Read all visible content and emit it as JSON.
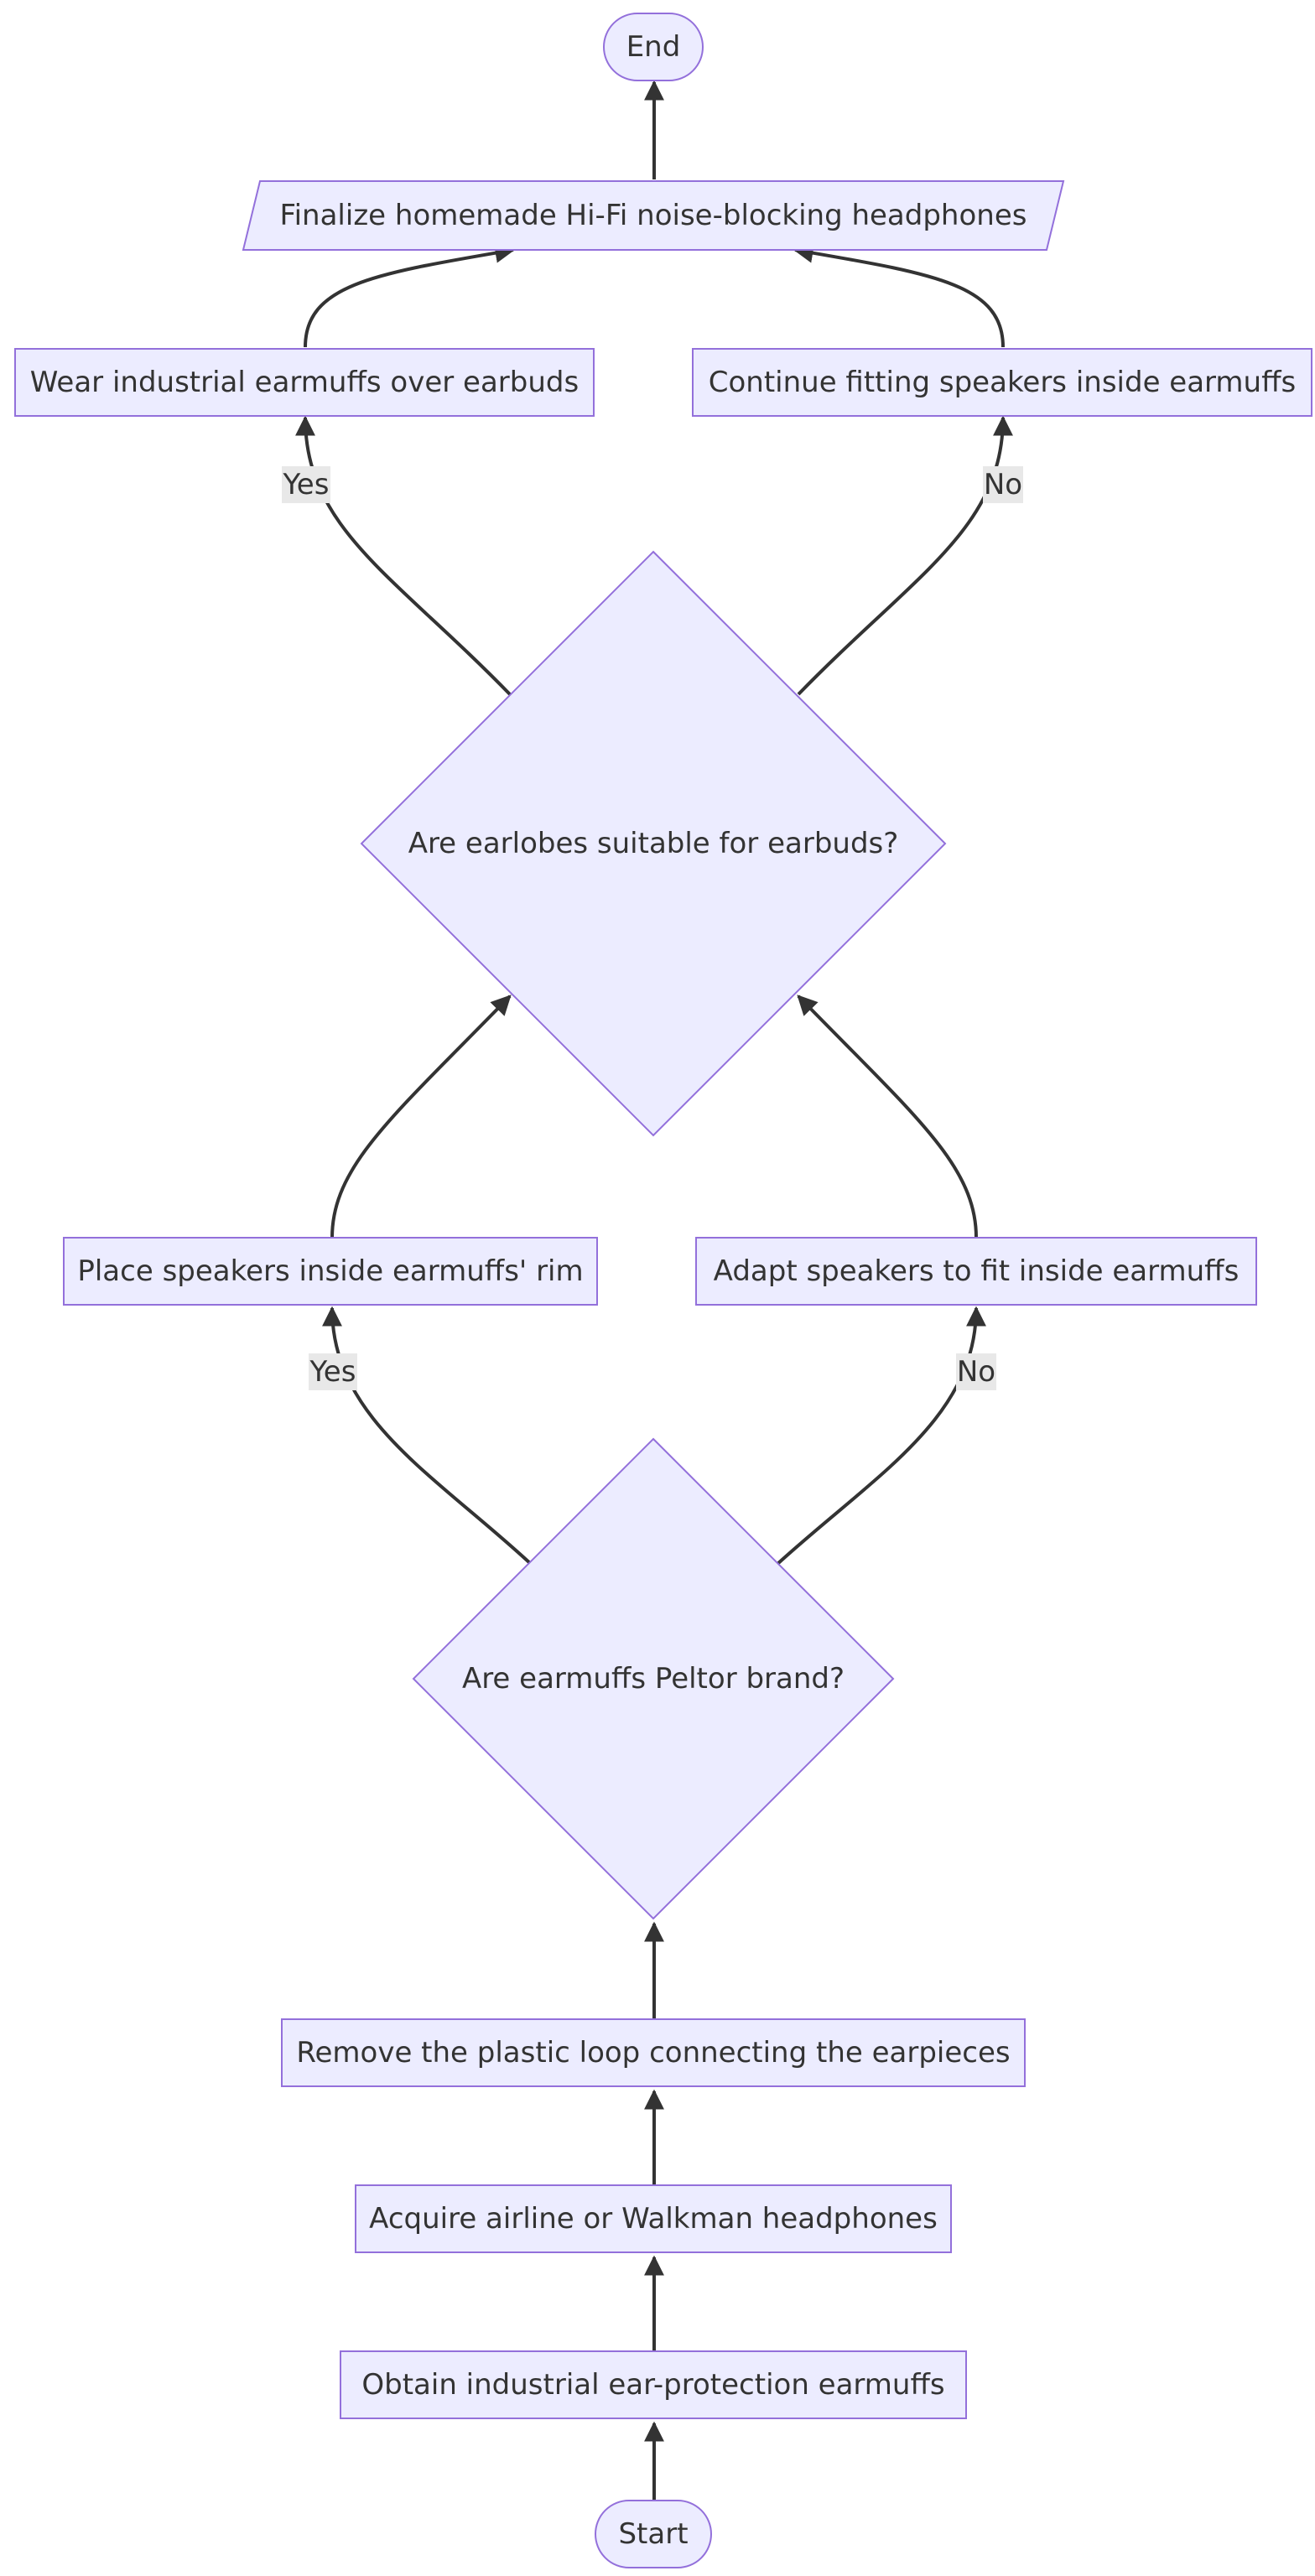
{
  "colors": {
    "node_fill": "#ECECFF",
    "node_stroke": "#9370DB",
    "edge": "#333333",
    "label_bg": "#E8E8E8",
    "text": "#333333"
  },
  "nodes": {
    "end": "End",
    "finalize": "Finalize homemade Hi-Fi noise-blocking headphones",
    "wear": "Wear industrial earmuffs over earbuds",
    "continue_fitting": "Continue fitting speakers inside earmuffs",
    "earlobes_decision": "Are earlobes suitable for earbuds?",
    "place_speakers": "Place speakers inside earmuffs' rim",
    "adapt_speakers": "Adapt speakers to fit inside earmuffs",
    "peltor_decision": "Are earmuffs Peltor brand?",
    "remove_loop": "Remove the plastic loop connecting the earpieces",
    "acquire_headphones": "Acquire airline or Walkman headphones",
    "obtain_earmuffs": "Obtain industrial ear-protection earmuffs",
    "start": "Start"
  },
  "edge_labels": {
    "earlobes_yes": "Yes",
    "earlobes_no": "No",
    "peltor_yes": "Yes",
    "peltor_no": "No"
  }
}
